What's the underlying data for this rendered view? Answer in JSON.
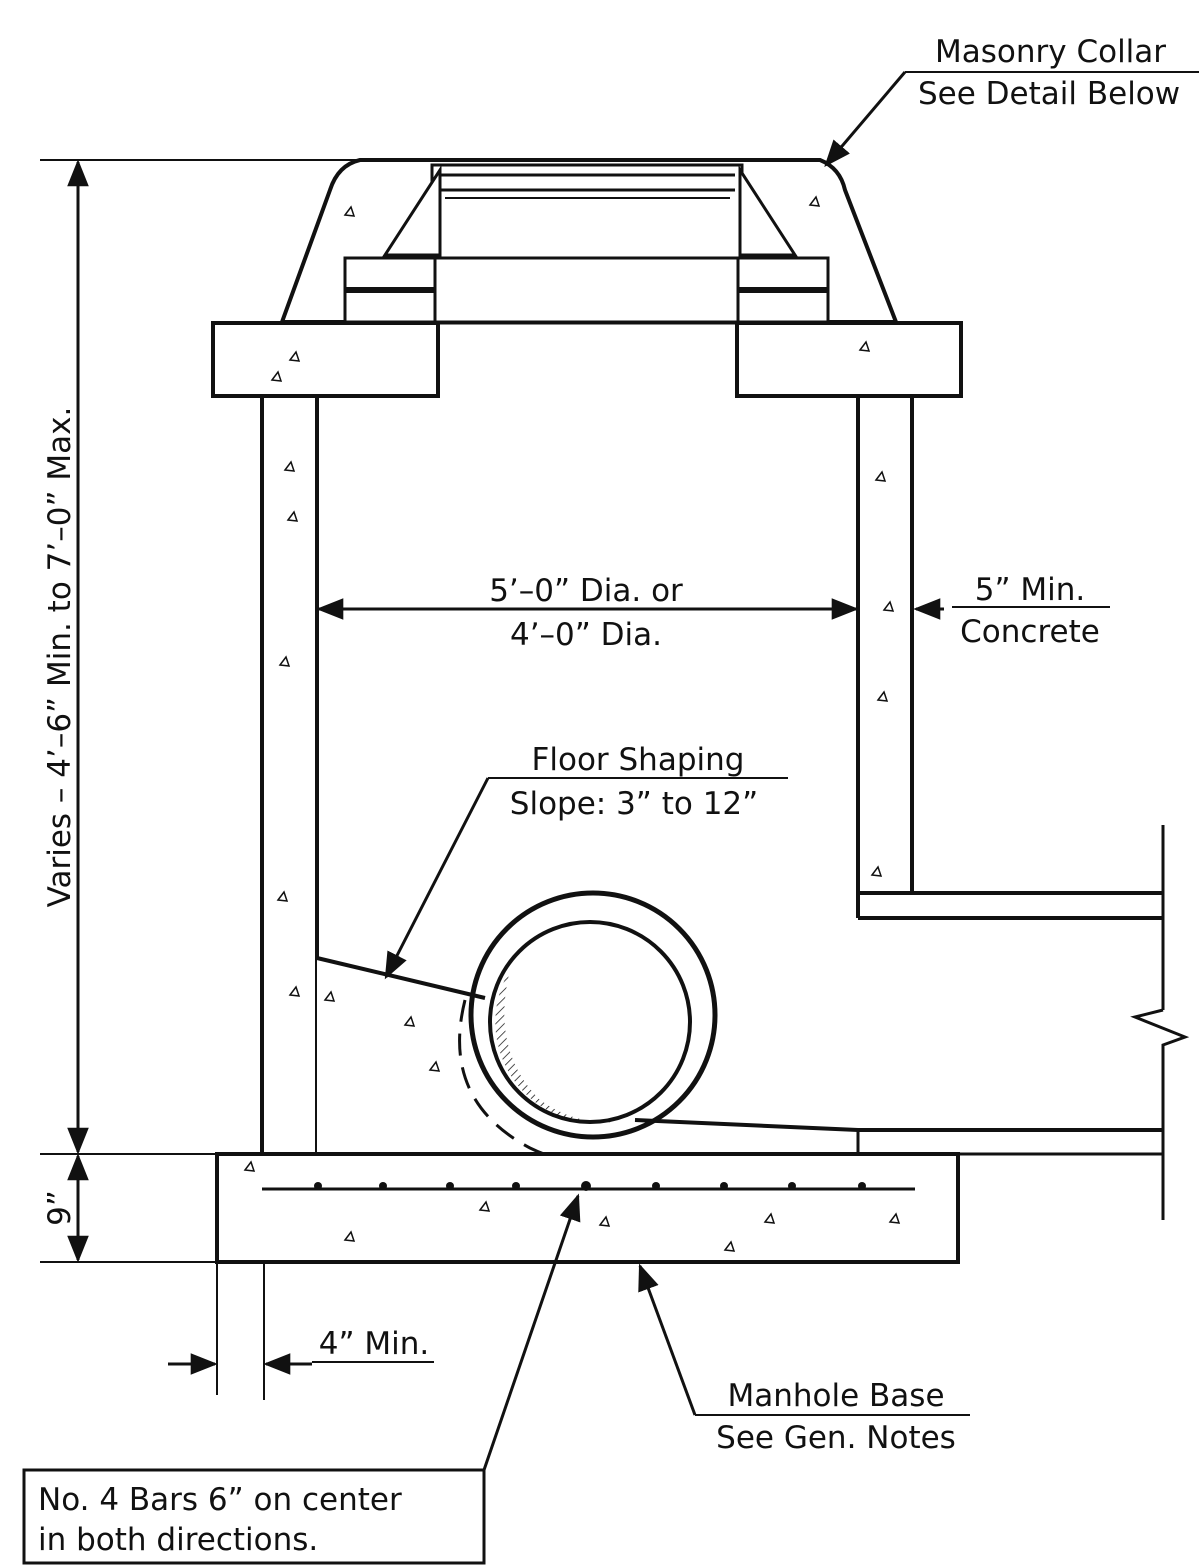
{
  "labels": {
    "collar_line1": "Masonry Collar",
    "collar_line2": "See Detail Below",
    "height": "Varies – 4’–6” Min. to 7’–0” Max.",
    "diameter_line1": "5’–0” Dia. or",
    "diameter_line2": "4’–0” Dia.",
    "wall_line1": "5” Min.",
    "wall_line2": "Concrete",
    "floor_line1": "Floor Shaping",
    "floor_line2": "Slope: 3” to 12”",
    "base_thickness": "9”",
    "projection": "4” Min.",
    "base_line1": "Manhole Base",
    "base_line2": "See Gen. Notes",
    "bars_line1": "No. 4 Bars 6” on center",
    "bars_line2": "in both directions."
  }
}
